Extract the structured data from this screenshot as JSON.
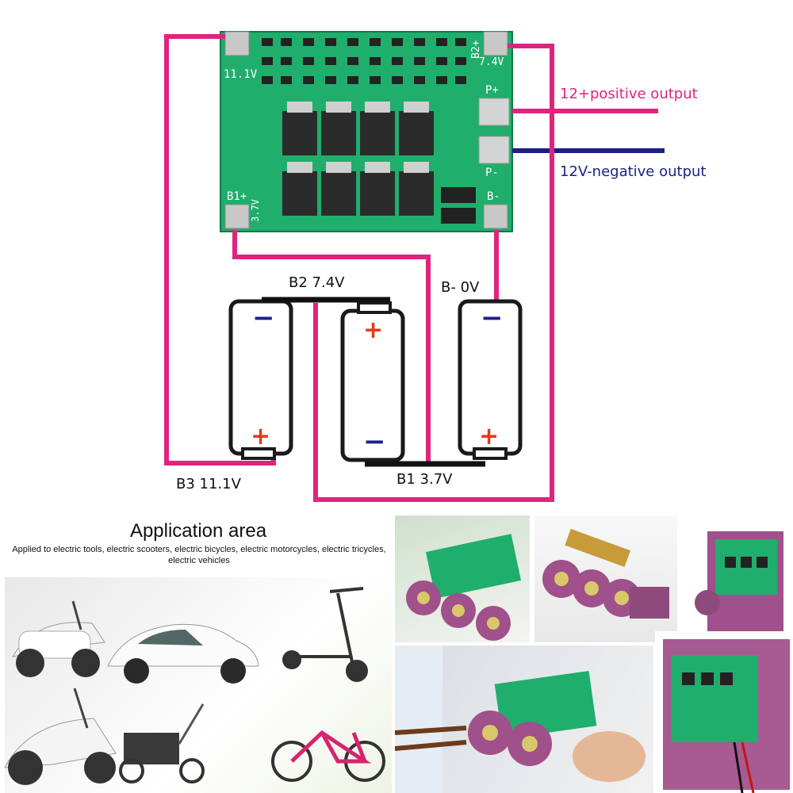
{
  "board": {
    "silk": {
      "b3_volt": "11.1V",
      "b2": "B2+",
      "b2_volt": "7.4V",
      "p_plus": "P+",
      "p_minus": "P-",
      "b1_plus": "B1+",
      "b1_volt": "3.7V",
      "b_minus": "B-"
    }
  },
  "outputs": {
    "positive": "12+positive output",
    "negative": "12V-negative output"
  },
  "nodes": {
    "b2": "B2 7.4V",
    "b_minus": "B- 0V",
    "b3": "B3 11.1V",
    "b1": "B1 3.7V"
  },
  "battery_signs": {
    "plus": "+",
    "minus": "−"
  },
  "application": {
    "title": "Application area",
    "description": "Applied to electric tools, electric scooters, electric bicycles, electric motorcycles, electric tricycles, electric vehicles"
  },
  "colors": {
    "wire_positive": "#e0247e",
    "wire_negative": "#1d1f87",
    "pcb": "#1fae6c",
    "battery_cell": "#a0508a"
  }
}
